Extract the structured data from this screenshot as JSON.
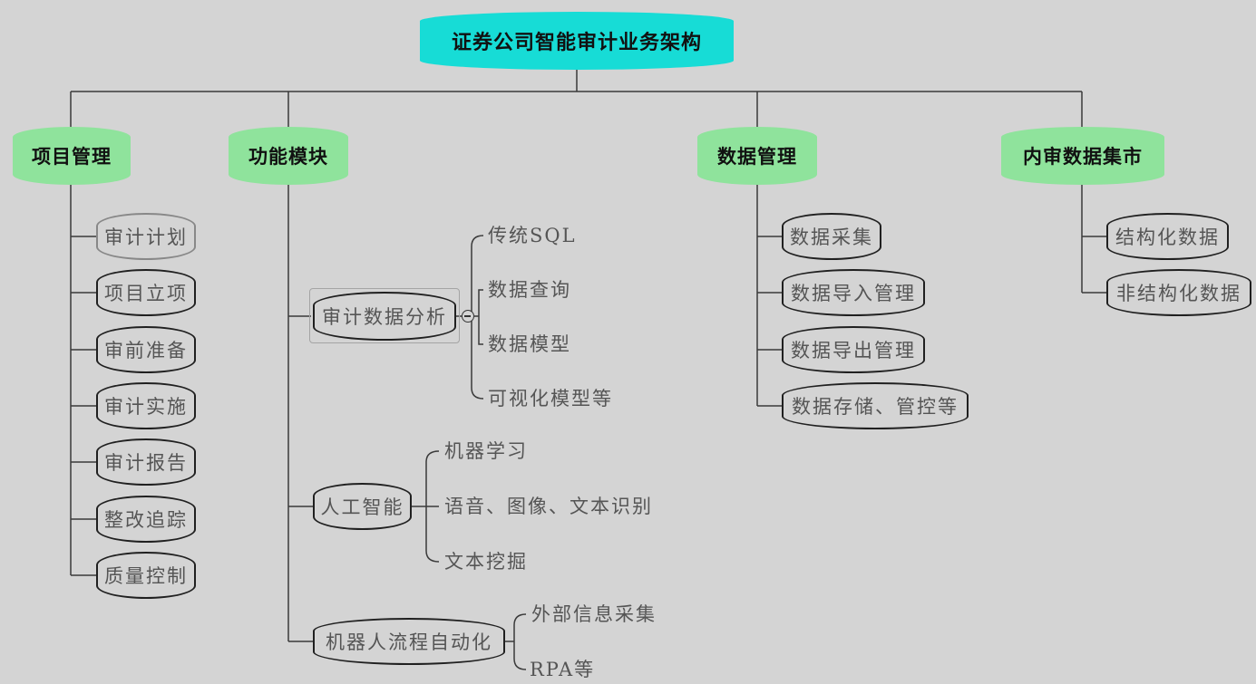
{
  "title": "证券公司智能审计业务架构",
  "categories": {
    "project": "项目管理",
    "function": "功能模块",
    "data": "数据管理",
    "mart": "内审数据集市"
  },
  "project_items": [
    "审计计划",
    "项目立项",
    "审前准备",
    "审计实施",
    "审计报告",
    "整改追踪",
    "质量控制"
  ],
  "function_modules": {
    "analysis": {
      "label": "审计数据分析",
      "children": [
        "传统SQL",
        "数据查询",
        "数据模型",
        "可视化模型等"
      ]
    },
    "ai": {
      "label": "人工智能",
      "children": [
        "机器学习",
        "语音、图像、文本识别",
        "文本挖掘"
      ]
    },
    "rpa": {
      "label": "机器人流程自动化",
      "children": [
        "外部信息采集",
        "RPA等"
      ]
    }
  },
  "data_items": [
    "数据采集",
    "数据导入管理",
    "数据导出管理",
    "数据存储、管控等"
  ],
  "mart_items": [
    "结构化数据",
    "非结构化数据"
  ],
  "colors": {
    "background": "#d4d4d4",
    "title": "#17dcd6",
    "category": "#8fe39c",
    "line": "#3a3a3a"
  }
}
